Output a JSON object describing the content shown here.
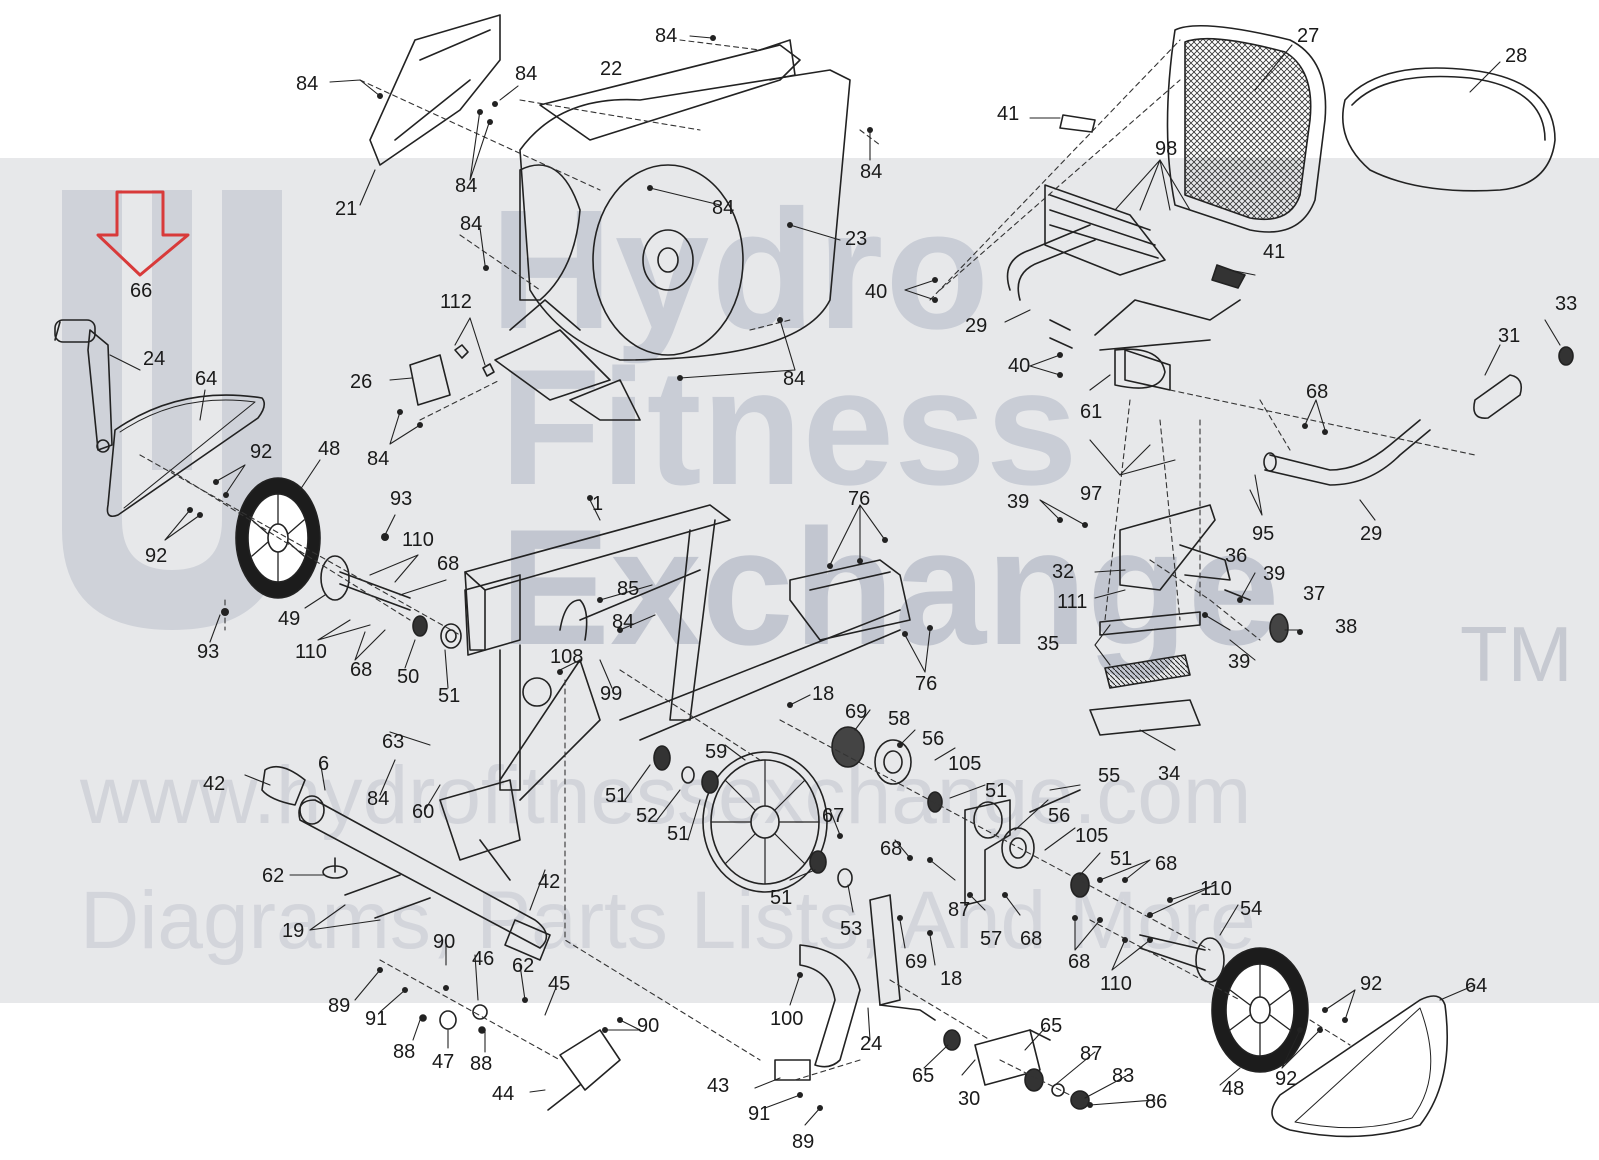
{
  "watermark": {
    "line1": "Hydro",
    "line2": "Fitness",
    "line3": "Exchange",
    "trademark": "TM",
    "url": "www.hydrofitnessexchange.com",
    "tagline": "Diagrams, Parts Lists, And More"
  },
  "highlight": {
    "color": "#d83a3a",
    "callout": "66"
  },
  "part_labels": [
    {
      "id": "lbl-84a",
      "text": "84"
    },
    {
      "id": "lbl-84b",
      "text": "84"
    },
    {
      "id": "lbl-84c",
      "text": "84"
    },
    {
      "id": "lbl-22",
      "text": "22"
    },
    {
      "id": "lbl-84d",
      "text": "84"
    },
    {
      "id": "lbl-84e",
      "text": "84"
    },
    {
      "id": "lbl-21",
      "text": "21"
    },
    {
      "id": "lbl-84f",
      "text": "84"
    },
    {
      "id": "lbl-84g",
      "text": "84"
    },
    {
      "id": "lbl-23",
      "text": "23"
    },
    {
      "id": "lbl-112",
      "text": "112"
    },
    {
      "id": "lbl-26",
      "text": "26"
    },
    {
      "id": "lbl-84h",
      "text": "84"
    },
    {
      "id": "lbl-84i",
      "text": "84"
    },
    {
      "id": "lbl-24a",
      "text": "24"
    },
    {
      "id": "lbl-64a",
      "text": "64"
    },
    {
      "id": "lbl-92a",
      "text": "92"
    },
    {
      "id": "lbl-48a",
      "text": "48"
    },
    {
      "id": "lbl-92b",
      "text": "92"
    },
    {
      "id": "lbl-93a",
      "text": "93"
    },
    {
      "id": "lbl-110a",
      "text": "110"
    },
    {
      "id": "lbl-68a",
      "text": "68"
    },
    {
      "id": "lbl-49",
      "text": "49"
    },
    {
      "id": "lbl-110b",
      "text": "110"
    },
    {
      "id": "lbl-68b",
      "text": "68"
    },
    {
      "id": "lbl-93b",
      "text": "93"
    },
    {
      "id": "lbl-50",
      "text": "50"
    },
    {
      "id": "lbl-51a",
      "text": "51"
    },
    {
      "id": "lbl-1",
      "text": "1"
    },
    {
      "id": "lbl-85",
      "text": "85"
    },
    {
      "id": "lbl-84j",
      "text": "84"
    },
    {
      "id": "lbl-108",
      "text": "108"
    },
    {
      "id": "lbl-99",
      "text": "99"
    },
    {
      "id": "lbl-76a",
      "text": "76"
    },
    {
      "id": "lbl-76b",
      "text": "76"
    },
    {
      "id": "lbl-27",
      "text": "27"
    },
    {
      "id": "lbl-28",
      "text": "28"
    },
    {
      "id": "lbl-41a",
      "text": "41"
    },
    {
      "id": "lbl-98",
      "text": "98"
    },
    {
      "id": "lbl-40a",
      "text": "40"
    },
    {
      "id": "lbl-41b",
      "text": "41"
    },
    {
      "id": "lbl-29a",
      "text": "29"
    },
    {
      "id": "lbl-40b",
      "text": "40"
    },
    {
      "id": "lbl-61",
      "text": "61"
    },
    {
      "id": "lbl-33",
      "text": "33"
    },
    {
      "id": "lbl-31",
      "text": "31"
    },
    {
      "id": "lbl-68c",
      "text": "68"
    },
    {
      "id": "lbl-97",
      "text": "97"
    },
    {
      "id": "lbl-39a",
      "text": "39"
    },
    {
      "id": "lbl-95",
      "text": "95"
    },
    {
      "id": "lbl-29b",
      "text": "29"
    },
    {
      "id": "lbl-32",
      "text": "32"
    },
    {
      "id": "lbl-36",
      "text": "36"
    },
    {
      "id": "lbl-39b",
      "text": "39"
    },
    {
      "id": "lbl-111",
      "text": "111"
    },
    {
      "id": "lbl-37",
      "text": "37"
    },
    {
      "id": "lbl-35",
      "text": "35"
    },
    {
      "id": "lbl-38",
      "text": "38"
    },
    {
      "id": "lbl-39c",
      "text": "39"
    },
    {
      "id": "lbl-34",
      "text": "34"
    },
    {
      "id": "lbl-18a",
      "text": "18"
    },
    {
      "id": "lbl-69a",
      "text": "69"
    },
    {
      "id": "lbl-58",
      "text": "58"
    },
    {
      "id": "lbl-56a",
      "text": "56"
    },
    {
      "id": "lbl-105a",
      "text": "105"
    },
    {
      "id": "lbl-51b",
      "text": "51"
    },
    {
      "id": "lbl-55",
      "text": "55"
    },
    {
      "id": "lbl-63",
      "text": "63"
    },
    {
      "id": "lbl-6",
      "text": "6"
    },
    {
      "id": "lbl-42a",
      "text": "42"
    },
    {
      "id": "lbl-84k",
      "text": "84"
    },
    {
      "id": "lbl-60",
      "text": "60"
    },
    {
      "id": "lbl-59",
      "text": "59"
    },
    {
      "id": "lbl-51c",
      "text": "51"
    },
    {
      "id": "lbl-52",
      "text": "52"
    },
    {
      "id": "lbl-51d",
      "text": "51"
    },
    {
      "id": "lbl-67",
      "text": "67"
    },
    {
      "id": "lbl-56b",
      "text": "56"
    },
    {
      "id": "lbl-105b",
      "text": "105"
    },
    {
      "id": "lbl-51e",
      "text": "51"
    },
    {
      "id": "lbl-68d",
      "text": "68"
    },
    {
      "id": "lbl-62a",
      "text": "62"
    },
    {
      "id": "lbl-51f",
      "text": "51"
    },
    {
      "id": "lbl-53",
      "text": "53"
    },
    {
      "id": "lbl-87a",
      "text": "87"
    },
    {
      "id": "lbl-57",
      "text": "57"
    },
    {
      "id": "lbl-68e",
      "text": "68"
    },
    {
      "id": "lbl-68f",
      "text": "68"
    },
    {
      "id": "lbl-110c",
      "text": "110"
    },
    {
      "id": "lbl-54",
      "text": "54"
    },
    {
      "id": "lbl-19",
      "text": "19"
    },
    {
      "id": "lbl-42b",
      "text": "42"
    },
    {
      "id": "lbl-69b",
      "text": "69"
    },
    {
      "id": "lbl-18b",
      "text": "18"
    },
    {
      "id": "lbl-68g",
      "text": "68"
    },
    {
      "id": "lbl-110d",
      "text": "110"
    },
    {
      "id": "lbl-90a",
      "text": "90"
    },
    {
      "id": "lbl-46",
      "text": "46"
    },
    {
      "id": "lbl-62b",
      "text": "62"
    },
    {
      "id": "lbl-45",
      "text": "45"
    },
    {
      "id": "lbl-89a",
      "text": "89"
    },
    {
      "id": "lbl-91a",
      "text": "91"
    },
    {
      "id": "lbl-90b",
      "text": "90"
    },
    {
      "id": "lbl-100",
      "text": "100"
    },
    {
      "id": "lbl-88a",
      "text": "88"
    },
    {
      "id": "lbl-47",
      "text": "47"
    },
    {
      "id": "lbl-88b",
      "text": "88"
    },
    {
      "id": "lbl-44",
      "text": "44"
    },
    {
      "id": "lbl-24b",
      "text": "24"
    },
    {
      "id": "lbl-65a",
      "text": "65"
    },
    {
      "id": "lbl-65b",
      "text": "65"
    },
    {
      "id": "lbl-87b",
      "text": "87"
    },
    {
      "id": "lbl-92c",
      "text": "92"
    },
    {
      "id": "lbl-64b",
      "text": "64"
    },
    {
      "id": "lbl-83",
      "text": "83"
    },
    {
      "id": "lbl-43",
      "text": "43"
    },
    {
      "id": "lbl-30",
      "text": "30"
    },
    {
      "id": "lbl-86",
      "text": "86"
    },
    {
      "id": "lbl-91b",
      "text": "91"
    },
    {
      "id": "lbl-48b",
      "text": "48"
    },
    {
      "id": "lbl-92d",
      "text": "92"
    },
    {
      "id": "lbl-89b",
      "text": "89"
    }
  ]
}
